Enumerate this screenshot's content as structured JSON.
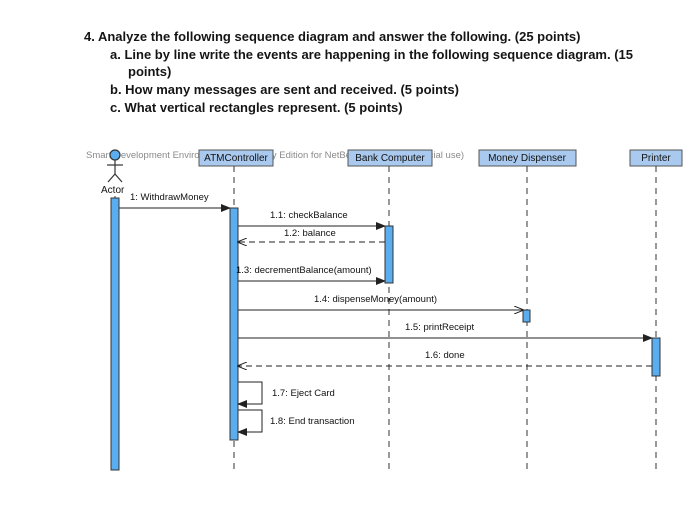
{
  "question": {
    "title": "4. Analyze the following sequence diagram and answer the following. (25 points)",
    "part_a_1": "a.  Line by line write the events are happening in the following sequence diagram. (15",
    "part_a_2": "points)",
    "part_b": "b.  How many messages are sent and received. (5 points)",
    "part_c": "c.  What vertical rectangles represent. (5 points)"
  },
  "watermark": "Smart Development Environment Community Edition for NetBeans (Non Commercial use)",
  "participants": {
    "actor": "Actor",
    "atm": "ATMController",
    "bank": "Bank Computer",
    "dispenser": "Money Dispenser",
    "printer": "Printer"
  },
  "messages": {
    "m1": "1: WithdrawMoney",
    "m1_1": "1.1: checkBalance",
    "m1_2": "1.2: balance",
    "m1_3": "1.3: decrementBalance(amount)",
    "m1_4": "1.4: dispenseMoney(amount)",
    "m1_5": "1.5: printReceipt",
    "m1_6": "1.6: done",
    "m1_7": "1.7: Eject Card",
    "m1_8": "1.8: End transaction"
  },
  "colors": {
    "participant_fill": "#a9c9ee",
    "activation_fill": "#5aaef0",
    "line": "#333333"
  }
}
